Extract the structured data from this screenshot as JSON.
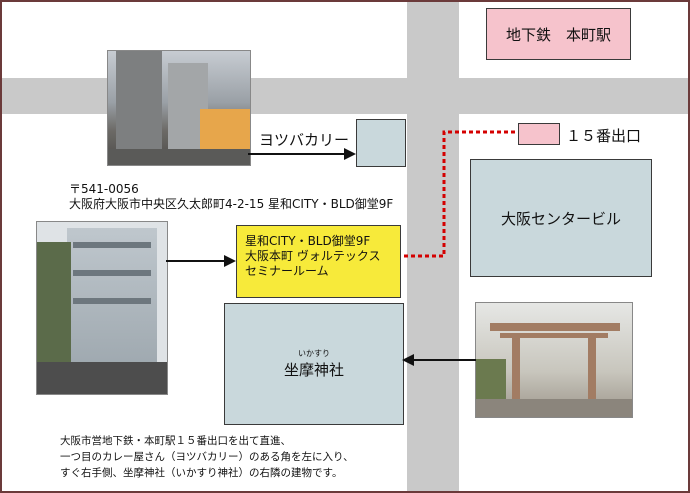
{
  "station": {
    "label": "地下鉄　本町駅",
    "color": "#f6c3cc"
  },
  "exit": {
    "label": "１５番出口",
    "color": "#f6c3cc"
  },
  "curry_shop": {
    "label": "ヨツバカリー"
  },
  "address": {
    "postal": "〒541-0056",
    "line": "大阪府大阪市中央区久太郎町4-2-15 星和CITY・BLD御堂9F"
  },
  "venue": {
    "lines": [
      "星和CITY・BLD御堂9F",
      "大阪本町 ヴォルテックス",
      "セミナールーム"
    ],
    "color": "#f7ea3a"
  },
  "center_building": {
    "label": "大阪センタービル"
  },
  "shrine": {
    "ruby": "いかすり",
    "label": "坐摩神社"
  },
  "directions": [
    "大阪市営地下鉄・本町駅１５番出口を出て直進、",
    "一つ目のカレー屋さん（ヨツバカリー）のある角を左に入り、",
    "すぐ右手側、坐摩神社（いかすり神社）の右隣の建物です。"
  ],
  "colors": {
    "road": "#c9c9c9",
    "building": "#c9d8dc",
    "route": "#d40000",
    "frame": "#6b3a3a"
  },
  "photos": [
    "street-corner-photo",
    "venue-building-photo",
    "shrine-gate-photo"
  ]
}
